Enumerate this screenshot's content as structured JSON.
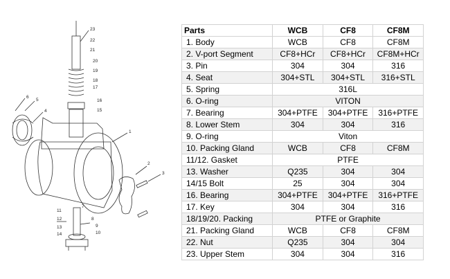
{
  "callouts": [
    "1",
    "2",
    "3",
    "4",
    "5",
    "6",
    "7",
    "8",
    "9",
    "10",
    "11",
    "12",
    "13",
    "14",
    "15",
    "16",
    "17",
    "18",
    "19",
    "20",
    "21",
    "22",
    "23"
  ],
  "table": {
    "headers": [
      "Parts",
      "WCB",
      "CF8",
      "CF8M"
    ],
    "rows": [
      {
        "part": "1.  Body",
        "cells": [
          {
            "text": "WCB"
          },
          {
            "text": "CF8"
          },
          {
            "text": "CF8M"
          }
        ]
      },
      {
        "part": "2.  V-port Segment",
        "cells": [
          {
            "text": "CF8+HCr"
          },
          {
            "text": "CF8+HCr"
          },
          {
            "text": "CF8M+HCr"
          }
        ]
      },
      {
        "part": "3.  Pin",
        "cells": [
          {
            "text": "304"
          },
          {
            "text": "304"
          },
          {
            "text": "316"
          }
        ]
      },
      {
        "part": "4.  Seat",
        "cells": [
          {
            "text": "304+STL"
          },
          {
            "text": "304+STL"
          },
          {
            "text": "316+STL"
          }
        ]
      },
      {
        "part": "5.  Spring",
        "cells": [
          {
            "text": "316L",
            "span": 3
          }
        ]
      },
      {
        "part": "6.  O-ring",
        "cells": [
          {
            "text": "VITON",
            "span": 3
          }
        ]
      },
      {
        "part": "7.  Bearing",
        "cells": [
          {
            "text": "304+PTFE"
          },
          {
            "text": "304+PTFE"
          },
          {
            "text": "316+PTFE"
          }
        ]
      },
      {
        "part": "8.  Lower Stem",
        "cells": [
          {
            "text": "304"
          },
          {
            "text": "304"
          },
          {
            "text": "316"
          }
        ]
      },
      {
        "part": "9.  O-ring",
        "cells": [
          {
            "text": "Viton",
            "span": 3
          }
        ]
      },
      {
        "part": "10. Packing Gland",
        "cells": [
          {
            "text": "WCB"
          },
          {
            "text": "CF8"
          },
          {
            "text": "CF8M"
          }
        ]
      },
      {
        "part": "11/12. Gasket",
        "cells": [
          {
            "text": "PTFE",
            "span": 3
          }
        ]
      },
      {
        "part": "13. Washer",
        "cells": [
          {
            "text": "Q235"
          },
          {
            "text": "304"
          },
          {
            "text": "304"
          }
        ]
      },
      {
        "part": "14/15 Bolt",
        "cells": [
          {
            "text": "25"
          },
          {
            "text": "304"
          },
          {
            "text": "304"
          }
        ]
      },
      {
        "part": "16. Bearing",
        "cells": [
          {
            "text": "304+PTFE"
          },
          {
            "text": "304+PTFE"
          },
          {
            "text": "316+PTFE"
          }
        ]
      },
      {
        "part": "17. Key",
        "cells": [
          {
            "text": "304"
          },
          {
            "text": "304"
          },
          {
            "text": "316"
          }
        ]
      },
      {
        "part": "18/19/20. Packing",
        "cells": [
          {
            "text": "PTFE or Graphite",
            "span": 3
          }
        ]
      },
      {
        "part": "21. Packing Gland",
        "cells": [
          {
            "text": "WCB"
          },
          {
            "text": "CF8"
          },
          {
            "text": "CF8M"
          }
        ]
      },
      {
        "part": "22. Nut",
        "cells": [
          {
            "text": "Q235"
          },
          {
            "text": "304"
          },
          {
            "text": "304"
          }
        ]
      },
      {
        "part": "23. Upper Stem",
        "cells": [
          {
            "text": "304"
          },
          {
            "text": "304"
          },
          {
            "text": "316"
          }
        ]
      }
    ]
  }
}
